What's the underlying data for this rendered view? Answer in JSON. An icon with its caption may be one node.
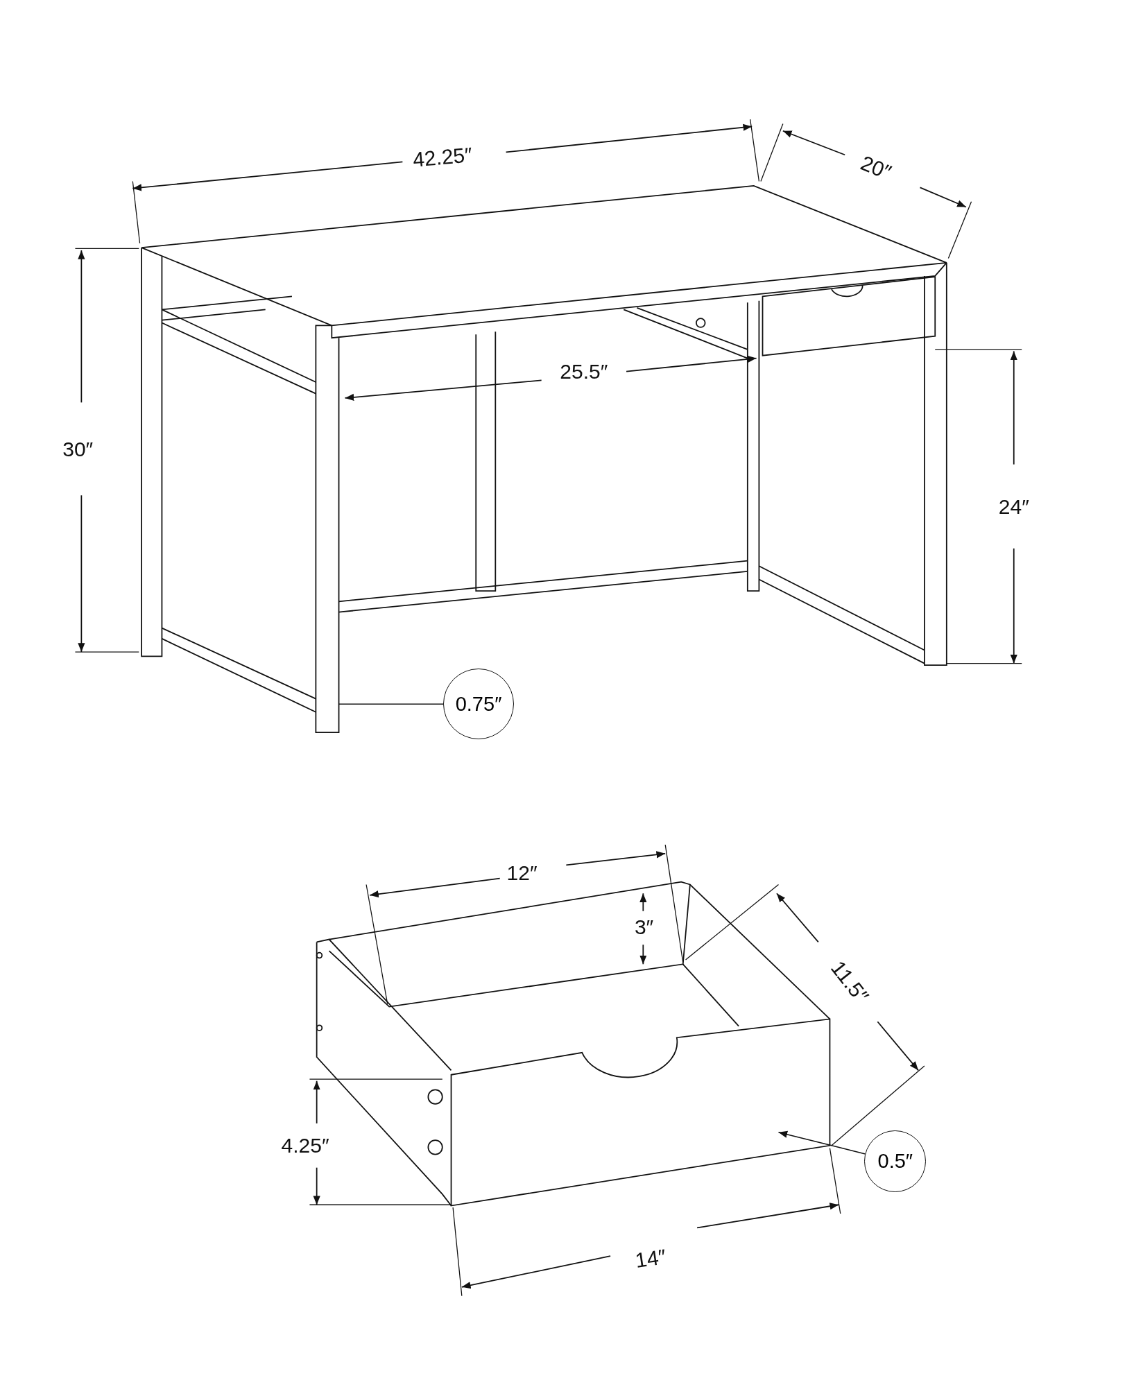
{
  "diagram": {
    "nodes": [
      {
        "text": [
          "0.75″"
        ]
      },
      {
        "text": [
          "0.5″"
        ]
      }
    ],
    "edges": [
      {
        "from": 0,
        "to": null,
        "arrow": "none"
      },
      {
        "from": 1,
        "to": null,
        "arrow": "to"
      }
    ],
    "labels": [
      "42.25″",
      "20″",
      "30″",
      "25.5″",
      "24″",
      "12″",
      "3″",
      "11.5″",
      "4.25″",
      "14″"
    ]
  }
}
